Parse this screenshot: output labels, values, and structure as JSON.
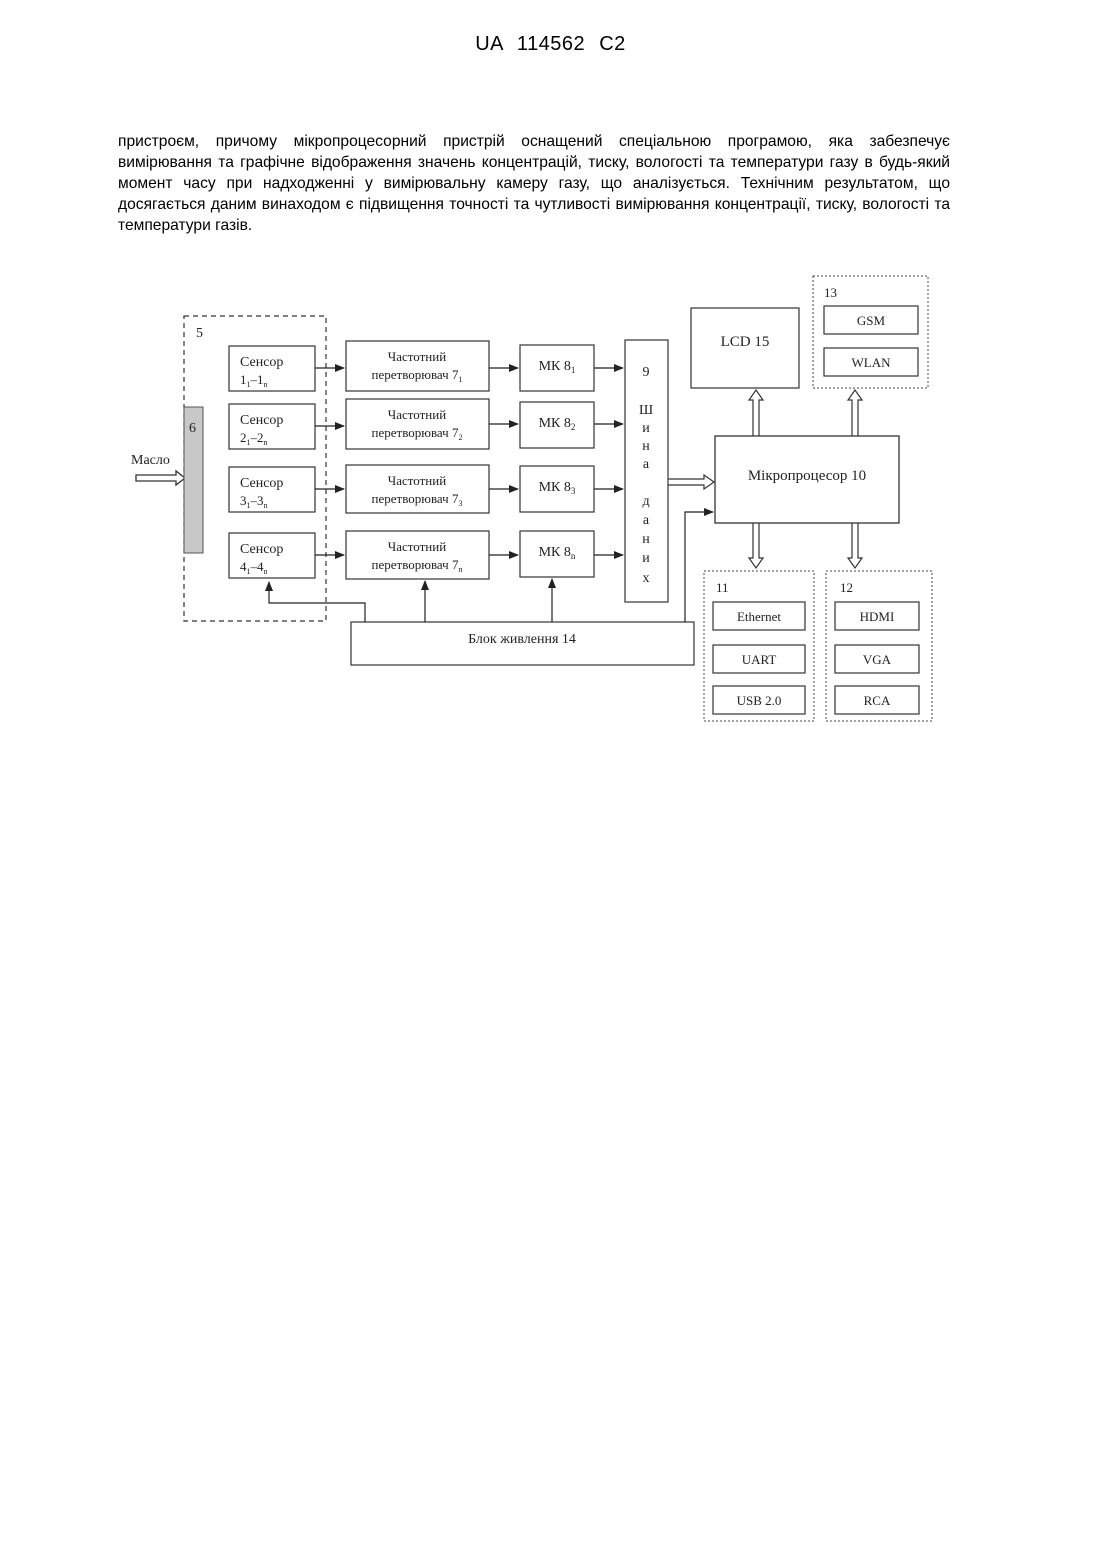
{
  "header": {
    "doc_id": "UA   114562   C2"
  },
  "body_text": "пристроєм, причому мікропроцесорний пристрій оснащений спеціальною програмою, яка забезпечує вимірювання та графічне відображення значень концентрацій, тиску, вологості та температури газу в будь-який момент часу при надходженні у вимірювальну камеру газу, що аналізується. Технічним результатом, що досягається даним винаходом є підвищення точності та чутливості вимірювання концентрації, тиску, вологості та температури газів.",
  "figure": {
    "input_label": "Масло",
    "group_sensors_id": "5",
    "filter_id": "6",
    "sensors": [
      {
        "name": "Сенсор",
        "range_a": "1",
        "sub_a": "1",
        "range_b": "1",
        "sub_b": "n"
      },
      {
        "name": "Сенсор",
        "range_a": "2",
        "sub_a": "1",
        "range_b": "2",
        "sub_b": "n"
      },
      {
        "name": "Сенсор",
        "range_a": "3",
        "sub_a": "1",
        "range_b": "3",
        "sub_b": "n"
      },
      {
        "name": "Сенсор",
        "range_a": "4",
        "sub_a": "1",
        "range_b": "4",
        "sub_b": "n"
      }
    ],
    "converters": [
      {
        "line1": "Частотний",
        "line2": "перетворювач 7",
        "sub": "1"
      },
      {
        "line1": "Частотний",
        "line2": "перетворювач 7",
        "sub": "2"
      },
      {
        "line1": "Частотний",
        "line2": "перетворювач 7",
        "sub": "3"
      },
      {
        "line1": "Частотний",
        "line2": "перетворювач 7",
        "sub": "n"
      }
    ],
    "mk": [
      {
        "label": "МК  8",
        "sub": "1"
      },
      {
        "label": "МК  8",
        "sub": "2"
      },
      {
        "label": "МК  8",
        "sub": "3"
      },
      {
        "label": "МК  8",
        "sub": "n"
      }
    ],
    "bus": {
      "num": "9",
      "letters": [
        "Ш",
        "и",
        "н",
        "а",
        "",
        "д",
        "а",
        "н",
        "и",
        "х"
      ]
    },
    "lcd": "LCD  15",
    "microprocessor": "Мікропроцесор  10",
    "power": "Блок живлення 14",
    "group_13": {
      "id": "13",
      "items": [
        "GSM",
        "WLAN"
      ]
    },
    "group_11": {
      "id": "11",
      "items": [
        "Ethernet",
        "UART",
        "USB 2.0"
      ]
    },
    "group_12": {
      "id": "12",
      "items": [
        "HDMI",
        "VGA",
        "RCA"
      ]
    }
  }
}
